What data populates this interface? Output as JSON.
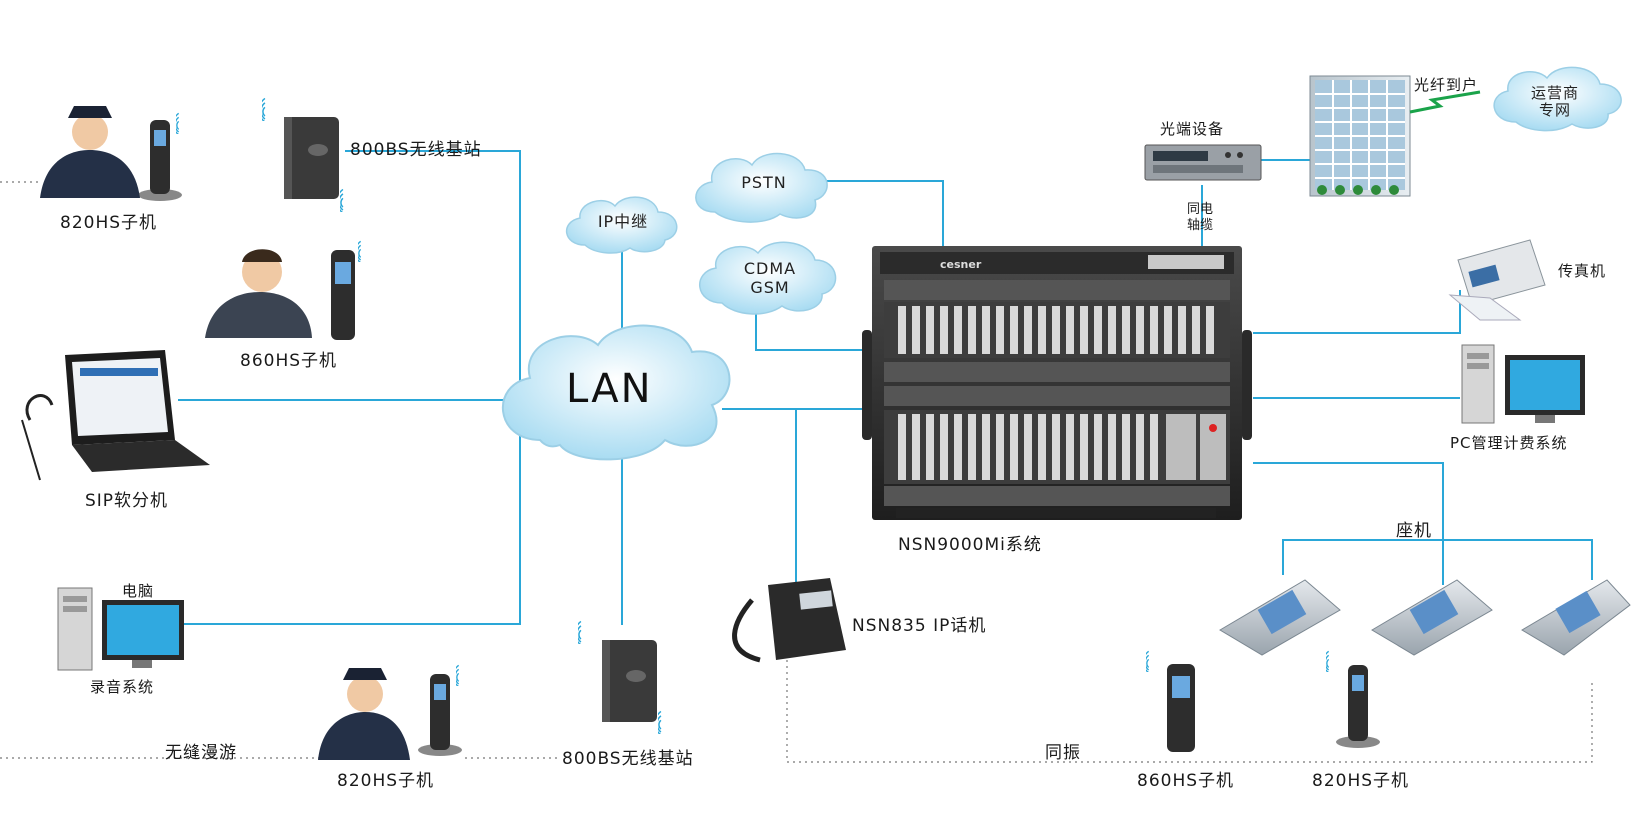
{
  "labels": {
    "hs820_top": "820HS子机",
    "bs800_top": "800BS无线基站",
    "hs860_left": "860HS子机",
    "sip": "SIP软分机",
    "pc_brain": "电脑",
    "recording": "录音系统",
    "roaming": "无缝漫游",
    "hs820_bottom": "820HS子机",
    "bs800_bottom": "800BS无线基站",
    "ip_trunk": "IP中继",
    "pstn": "PSTN",
    "cdma": "CDMA",
    "gsm": "GSM",
    "lan": "LAN",
    "optical_device": "光端设备",
    "coax_1": "同电",
    "coax_2": "轴缆",
    "fiber_home": "光纤到户",
    "carrier_1": "运营商",
    "carrier_2": "专网",
    "fax": "传真机",
    "pc_billing": "PC管理计费系统",
    "system": "NSN9000Mi系统",
    "seat": "座机",
    "ip_phone": "NSN835 IP话机",
    "simul_ring": "同振",
    "hs860_bottom": "860HS子机",
    "hs820_right": "820HS子机",
    "brand": "cesner"
  },
  "colors": {
    "link_line": "#2aa7d8",
    "cloud_fill": "#bfe6f6",
    "rack": "#3a3a3a"
  }
}
